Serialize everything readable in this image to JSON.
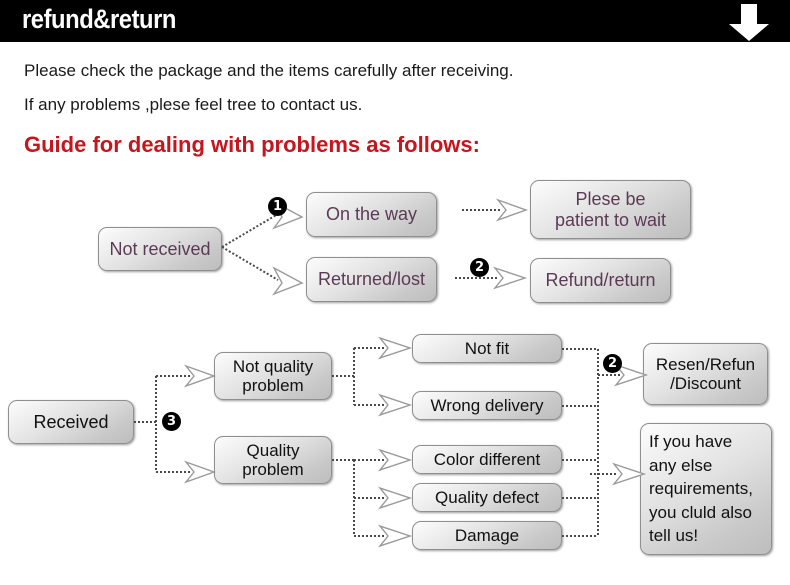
{
  "header": {
    "title": "refund&return",
    "arrow_icon": "down-arrow-icon",
    "background_color": "#000000",
    "text_color": "#ffffff"
  },
  "intro": {
    "line1": "Please check the package and the items carefully after receiving.",
    "line2": "If any problems ,plese feel tree to contact us.",
    "guide_heading": "Guide for dealing with problems as follows:",
    "guide_color": "#c4161c"
  },
  "flow": {
    "not_received_section": {
      "source": "Not received",
      "branches": [
        {
          "label": "On the way",
          "badge": "1",
          "result": "Plese be\npatient to wait"
        },
        {
          "label": "Returned/lost",
          "badge": "2",
          "result": "Refund/return"
        }
      ],
      "nodes": {
        "not_received": "Not received",
        "on_the_way": "On the way",
        "returned_lost": "Returned/lost",
        "plese_be_patient_line1": "Plese be",
        "plese_be_patient_line2": "patient to wait",
        "refund_return": "Refund/return"
      },
      "badges": {
        "one": "1",
        "two": "2"
      },
      "text_color": "#5c3a55"
    },
    "received_section": {
      "source": "Received",
      "badge": "3",
      "categories": [
        {
          "label_line1": "Not quality",
          "label_line2": "problem",
          "issues": [
            "Not fit",
            "Wrong delivery"
          ]
        },
        {
          "label_line1": "Quality",
          "label_line2": "problem",
          "issues": [
            "Color different",
            "Quality defect",
            "Damage"
          ]
        }
      ],
      "nodes": {
        "received": "Received",
        "not_quality_problem_l1": "Not quality",
        "not_quality_problem_l2": "problem",
        "quality_problem_l1": "Quality",
        "quality_problem_l2": "problem",
        "not_fit": "Not fit",
        "wrong_delivery": "Wrong delivery",
        "color_different": "Color different",
        "quality_defect": "Quality defect",
        "damage": "Damage",
        "resend_refund_l1": "Resen/Refun",
        "resend_refund_l2": "/Discount",
        "contact_note": "If you have any else requirements, you cluld also tell us!"
      },
      "badges": {
        "two": "2",
        "three": "3"
      },
      "text_color": "#111111"
    }
  },
  "colors": {
    "node_border": "#8f8f8f",
    "node_gradient_light": "#fdfdfd",
    "node_gradient_dark": "#bdbdbd",
    "connector": "#4a4a4a",
    "badge_bg": "#000000"
  }
}
